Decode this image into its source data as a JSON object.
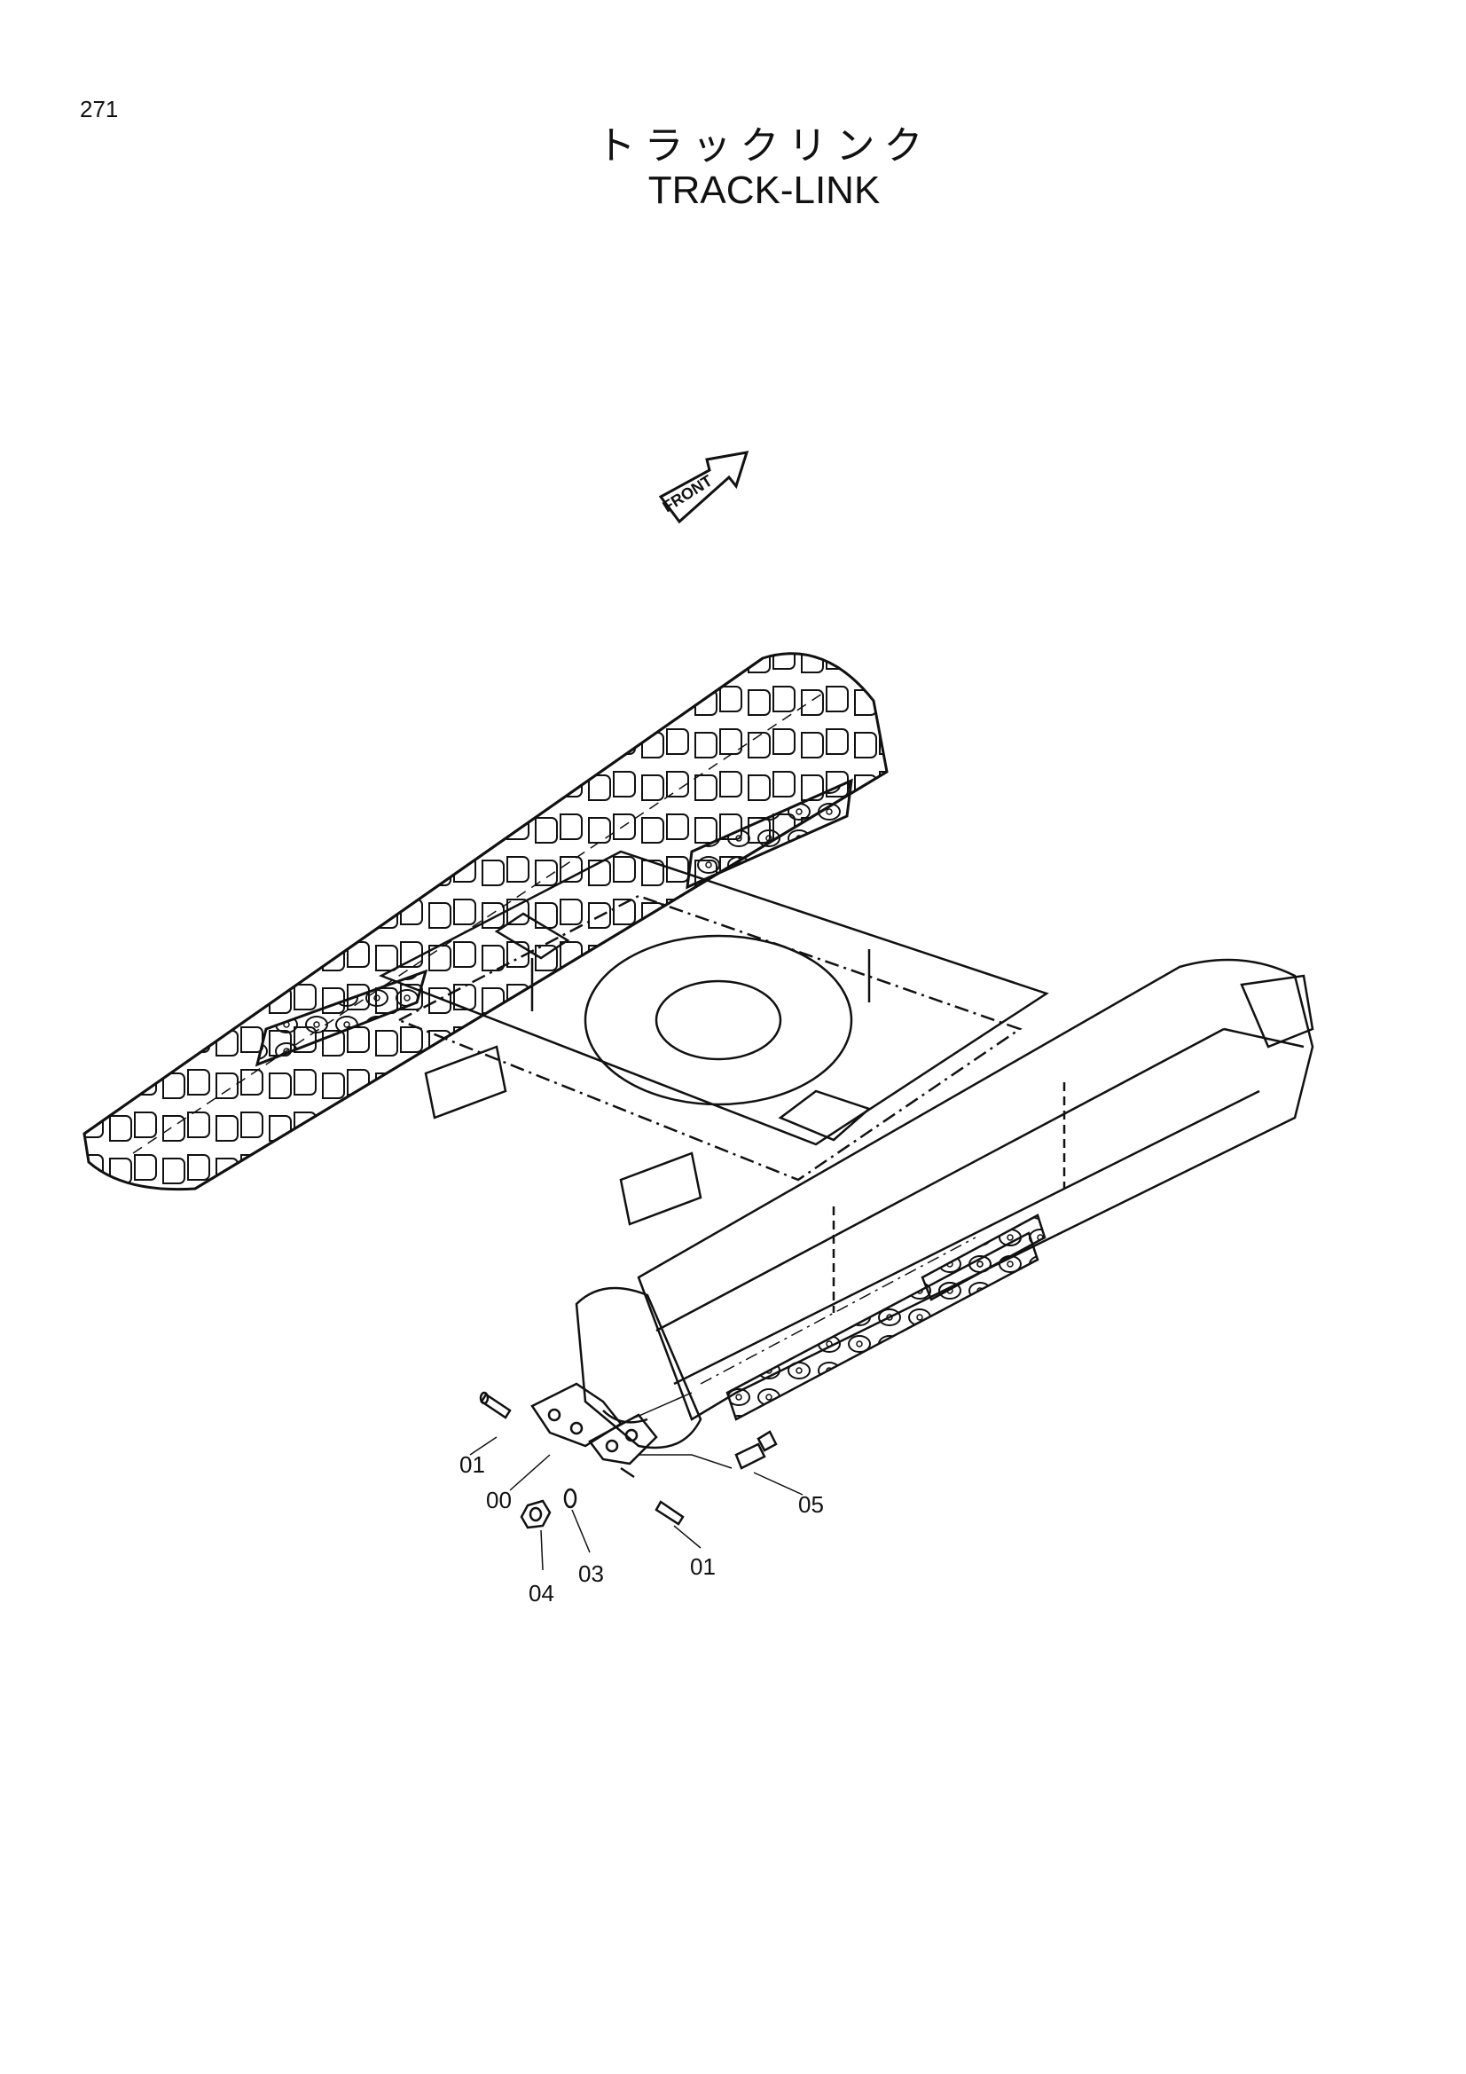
{
  "page": {
    "number": "271",
    "title_jp": "トラックリンク",
    "title_en": "TRACK-LINK"
  },
  "front_marker": {
    "label": "FRONT"
  },
  "callouts": [
    {
      "id": "pin-top",
      "label": "01"
    },
    {
      "id": "link-assembly",
      "label": "00"
    },
    {
      "id": "nut",
      "label": "04"
    },
    {
      "id": "washer",
      "label": "03"
    },
    {
      "id": "pin-bottom",
      "label": "01"
    },
    {
      "id": "bolt",
      "label": "05"
    }
  ]
}
